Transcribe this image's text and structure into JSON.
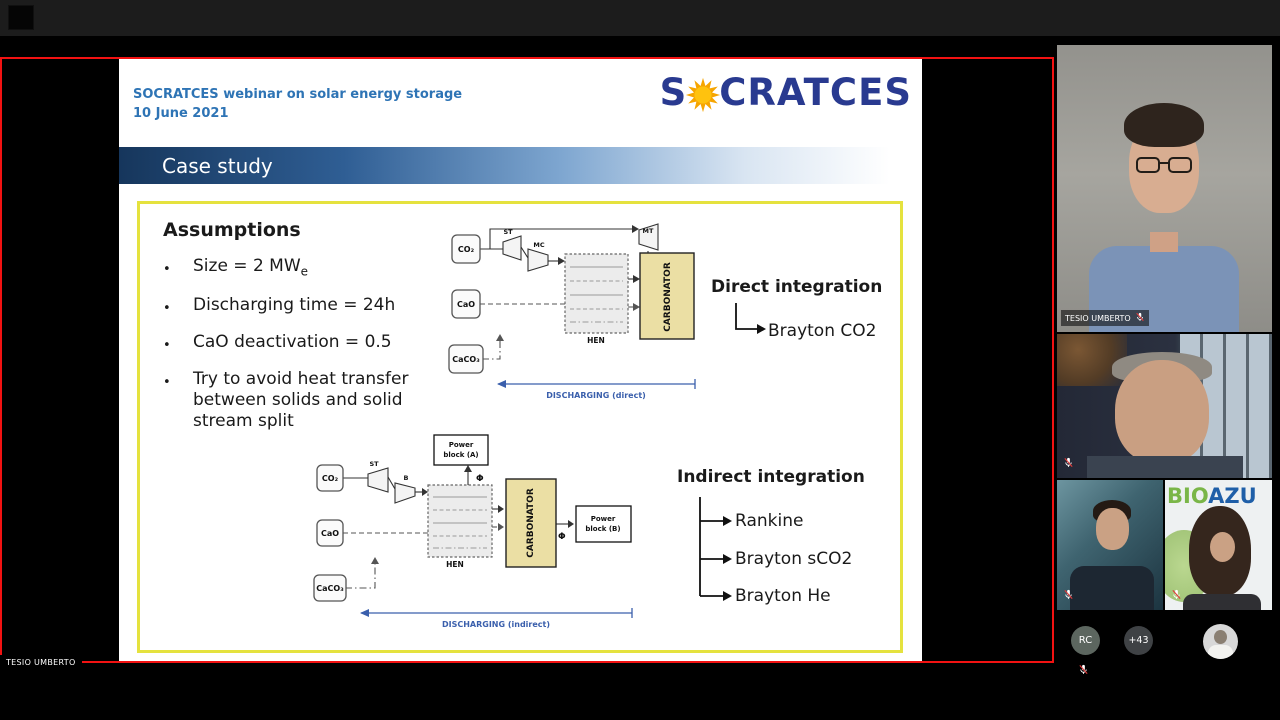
{
  "window": {
    "presenter_tag": "TESIO UMBERTO"
  },
  "slide": {
    "header_line1": "SOCRATCES webinar on solar energy storage",
    "header_line2": "10 June 2021",
    "logo_s": "S",
    "logo_rest": "CRATCES",
    "title": "Case study",
    "assumptions_heading": "Assumptions",
    "bullet_char": "•",
    "bullets": [
      {
        "main": "Size = 2 MW",
        "sub": "e"
      },
      {
        "main": "Discharging time = 24h"
      },
      {
        "main": "CaO deactivation = 0.5"
      },
      {
        "main": "Try to avoid heat transfer between solids and solid stream split"
      }
    ],
    "diagram_labels": {
      "co2": "CO₂",
      "cao": "CaO",
      "caco3": "CaCO₃",
      "st": "ST",
      "mc": "MC",
      "mt": "MT",
      "b": "B",
      "hen": "HEN",
      "carbonator": "CARBONATOR",
      "phi": "Φ",
      "power_a1": "Power",
      "power_a2": "block (A)",
      "power_b1": "Power",
      "power_b2": "block (B)"
    },
    "direct": {
      "heading": "Direct integration",
      "items": [
        "Brayton CO2"
      ],
      "discharging_label": "DISCHARGING (direct)"
    },
    "indirect": {
      "heading": "Indirect integration",
      "items": [
        "Rankine",
        "Brayton sCO2",
        "Brayton He"
      ],
      "discharging_label": "DISCHARGING (indirect)"
    }
  },
  "participants": {
    "tile1_name": "TESIO UMBERTO",
    "brand_green": "BIO",
    "brand_blue": "AZU",
    "badge_rc": "RC",
    "badge_more": "+43"
  },
  "colors": {
    "share_border_red": "#F21212",
    "header_blue": "#2E74B5",
    "logo_navy": "#293A90",
    "sun_gold": "#FFC20E",
    "title_bar_navy": "#16365C",
    "content_border_yellow": "#E5E23E",
    "carbonator_fill": "#EBDFA4",
    "diagram_blue": "#3A5FAC",
    "brand_green_hex": "#7AB648",
    "brand_blue_hex": "#1F5FA8"
  }
}
